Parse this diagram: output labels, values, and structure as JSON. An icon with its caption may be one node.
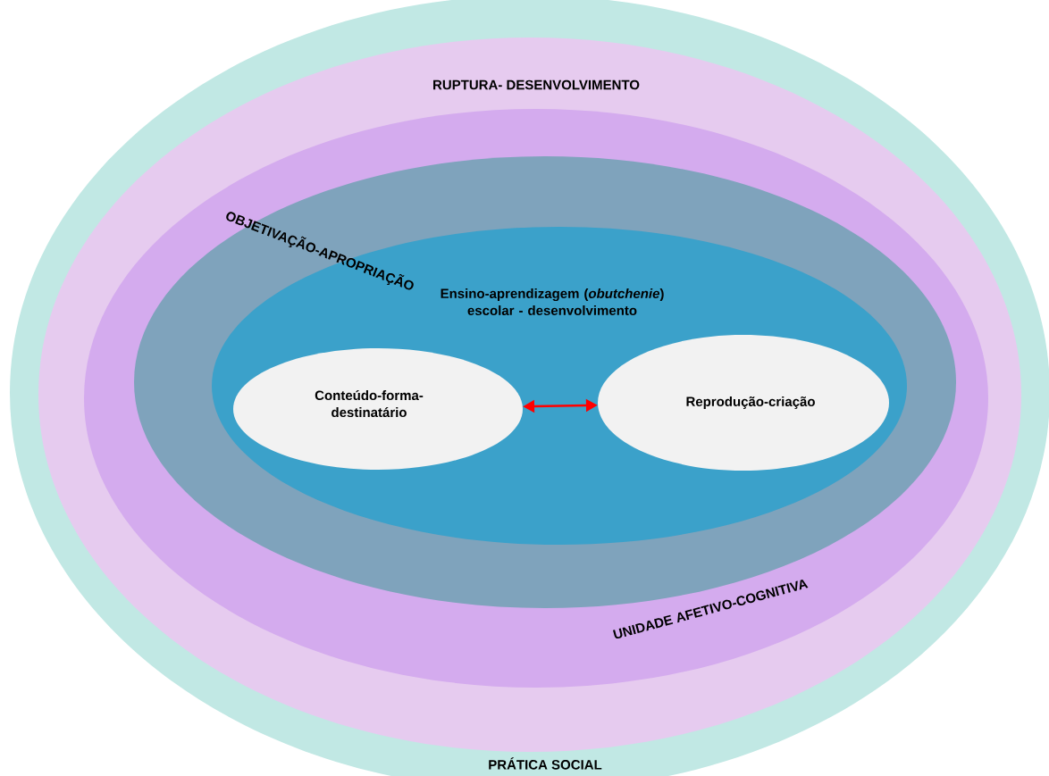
{
  "diagram": {
    "nodes": [
      {
        "text": [
          "PRÁTICA SOCIAL"
        ]
      },
      {
        "text": [
          "RUPTURA- DESENVOLVIMENTO"
        ],
        "in": 0
      },
      {
        "text": [
          "UNIDADE AFETIVO-COGNITIVA"
        ],
        "in": 1
      },
      {
        "text": [
          "OBJETIVAÇÃO-APROPRIAÇÃO"
        ],
        "in": 2
      },
      {
        "text": [
          "Ensino-aprendizagem (*obutchenie*) escolar - desenvolvimento"
        ],
        "in": 3
      },
      {
        "text": [
          "Conteúdo-forma-destinatário"
        ],
        "in": 4
      },
      {
        "text": [
          "Reprodução-criação"
        ],
        "in": 4
      }
    ],
    "edges": [
      {
        "from": 5,
        "to": 6,
        "arrow": "both",
        "color": "#ff0000"
      }
    ]
  }
}
